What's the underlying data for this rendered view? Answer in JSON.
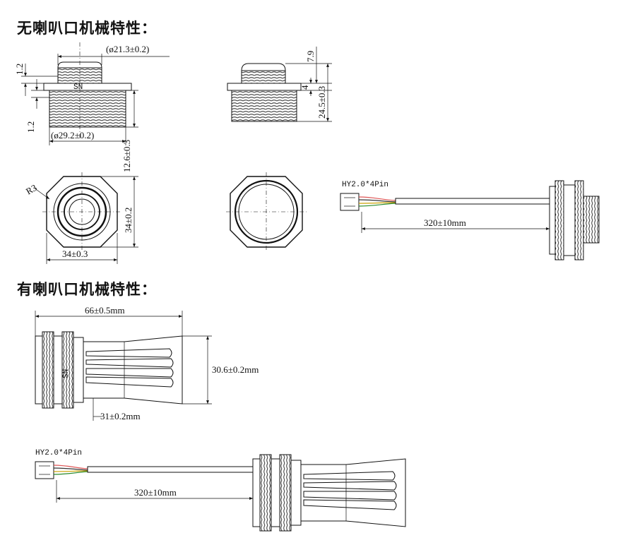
{
  "section1": {
    "title": "无喇叭口机械特性：",
    "dims": {
      "thread_top": "(ø21.3±0.2)",
      "thread_bottom": "(ø29.2±0.2)",
      "flange_thickness": "1.2",
      "thread_step": "1.2",
      "body_height": "12.6±0.3",
      "cap_height": "7.9",
      "flange_side": "4",
      "total_height": "24.5±0.3",
      "corner_radius": "R3",
      "hex_width": "34±0.3",
      "hex_height": "34±0.2"
    },
    "connector_label": "HY2.0*4Pin",
    "cable_length": "320±10mm"
  },
  "section2": {
    "title": "有喇叭口机械特性：",
    "dims": {
      "length": "66±0.5mm",
      "horn_diameter": "30.6±0.2mm",
      "neck_length": "31±0.2mm"
    },
    "connector_label": "HY2.0*4Pin",
    "cable_length": "320±10mm"
  }
}
